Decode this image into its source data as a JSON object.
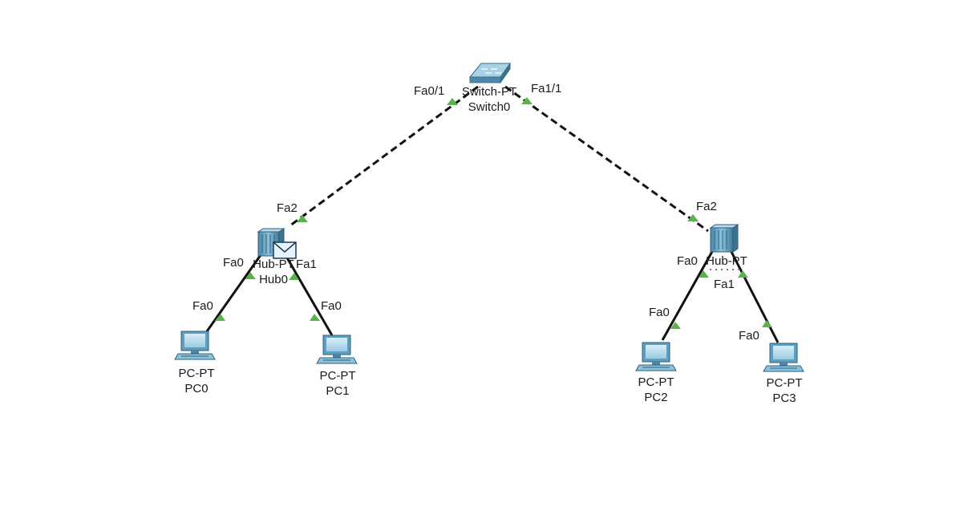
{
  "colors": {
    "link_dashed": "#111111",
    "link_solid": "#111111",
    "port_up": "#5ab34a",
    "device": "#5e9fbf"
  },
  "devices": {
    "switch0": {
      "model": "Switch-PT",
      "name": "Switch0"
    },
    "hub0": {
      "model": "Hub-PT",
      "name": "Hub0"
    },
    "hub1": {
      "model": "Hub-PT"
    },
    "pc0": {
      "model": "PC-PT",
      "name": "PC0"
    },
    "pc1": {
      "model": "PC-PT",
      "name": "PC1"
    },
    "pc2": {
      "model": "PC-PT",
      "name": "PC2"
    },
    "pc3": {
      "model": "PC-PT",
      "name": "PC3"
    }
  },
  "ports": {
    "sw_left": "Fa0/1",
    "sw_right": "Fa1/1",
    "hub0_up": "Fa2",
    "hub0_p0": "Fa0",
    "hub0_p1": "Fa1",
    "pc0": "Fa0",
    "pc1": "Fa0",
    "hub1_up": "Fa2",
    "hub1_p0": "Fa0",
    "hub1_p1": "Fa1",
    "pc2": "Fa0",
    "pc3": "Fa0"
  },
  "icons": {
    "envelope": "pdu-envelope-icon"
  }
}
